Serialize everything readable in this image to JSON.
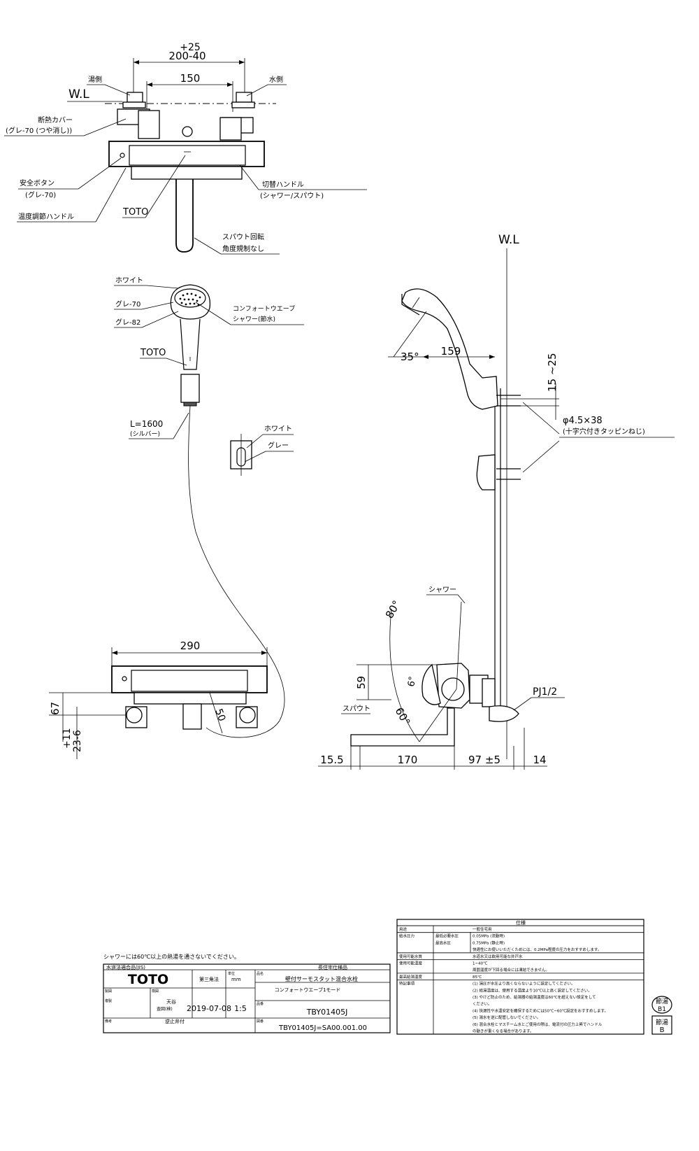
{
  "dims": {
    "tol_plus25": "+25",
    "spacing": "200-40",
    "inner_150": "150",
    "wl_left": "W.L",
    "wl_right": "W.L",
    "angle_35": "35°",
    "d159": "159",
    "d15_25": "15 ~25",
    "screw": "φ4.5×38",
    "screw_note": "(十字穴付きタッピンねじ)",
    "d290": "290",
    "d67": "67",
    "d11": "+11",
    "d23_6": "23-6",
    "d50": "50",
    "d59": "59",
    "a6": "6°",
    "a80": "80°",
    "a60": "60°",
    "pj": "PJ1/2",
    "d15_5": "15.5",
    "d170": "170",
    "d97": "97 ±5",
    "d14": "14"
  },
  "labels": {
    "hot": "湯側",
    "cold": "水側",
    "insul_cover": "断熱カバー",
    "insul_cover_color": "(グレ-70 (つや消し))",
    "safety_btn": "安全ボタン",
    "safety_btn_color": "(グレ-70)",
    "temp_handle": "温度調節ハンドル",
    "toto_top": "TOTO",
    "switch_handle": "切替ハンドル",
    "switch_handle_sub": "(シャワー/スパウト)",
    "spout_rot": "スパウト回転",
    "spout_rot_sub": "角度規制なし",
    "white1": "ホワイト",
    "grey70": "グレ-70",
    "grey82": "グレ-82",
    "comfort": "コンフォートウエーブ",
    "comfort_sub": "シャワー(節水)",
    "toto_head": "TOTO",
    "hose": "L=1600",
    "hose_sub": "(シルバー)",
    "white2": "ホワイト",
    "grey": "グレー",
    "shower": "シャワー",
    "spout": "スパウト"
  },
  "spec": {
    "header": "仕様",
    "rows": [
      {
        "k": "用途",
        "k2": "",
        "v": "一般住宅用"
      },
      {
        "k": "給水圧力",
        "k2": "最低必要水圧",
        "v": "0.05MPa (流動時)"
      },
      {
        "k": "",
        "k2": "最高水圧",
        "v": "0.75MPa (静止時)"
      },
      {
        "k": "",
        "k2": "",
        "v": "快適性にお使いいただくためには、0.2MPa程度の圧力をおすすめします。"
      },
      {
        "k": "使用可能水質",
        "k2": "",
        "v": "水道水又は飲用可能な井戸水"
      },
      {
        "k": "使用可能温度",
        "k2": "",
        "v": "1~40℃"
      },
      {
        "k": "",
        "k2": "",
        "v": "周囲温度が下回る場合には凍結できません。"
      },
      {
        "k": "最高給湯温度",
        "k2": "",
        "v": "85℃"
      },
      {
        "k": "特記事項",
        "k2": "",
        "v": "(1) 湯圧が水圧より高くならないように設定してください。"
      },
      {
        "k": "",
        "k2": "",
        "v": "(2) 給湯温度は、使用する温度より10℃以上高く設定してください。"
      },
      {
        "k": "",
        "k2": "",
        "v": "(3) やけど防止のため、給湯器の給湯温度は60℃を超えない設定をして"
      },
      {
        "k": "",
        "k2": "",
        "v": "ください。"
      },
      {
        "k": "",
        "k2": "",
        "v": "(4) 快適性や水温安定を確保するためには50℃~60℃設定をおすすめします。"
      },
      {
        "k": "",
        "k2": "",
        "v": "(5) 湯水を逆に配管しないでください。"
      },
      {
        "k": "",
        "k2": "",
        "v": "(6) 混合水栓とマスチーム水とご使用の際は、電流付の圧力上昇でハンドル"
      },
      {
        "k": "",
        "k2": "",
        "v": "の動きが重くなる場合があります。"
      }
    ]
  },
  "title_block": {
    "note": "シャワーには60℃以上の熱湯を通さないでください。",
    "jis": "水道法適合品(JIS)",
    "sec_note": "長住宅仕様品",
    "logo": "TOTO",
    "proj_mark": "第三角法",
    "unit_lbl": "単位",
    "unit": "mm",
    "name_lbl": "品名",
    "name1": "壁付サーモスタット混合水栓",
    "name2": "コンフォートウエーブ1モード",
    "draw_lbl": "製図",
    "check_lbl": "検図",
    "approve": "天谷",
    "approve_sub": "査図(検)",
    "date": "2019-07-08",
    "scale": "1:5",
    "model_lbl": "品番",
    "model": "TBY01405J",
    "drawno_lbl": "図番",
    "drawno": "TBY01405J=SA00.001.00",
    "remark_lbl": "備考",
    "remark": "逆止弁付",
    "copy_lbl": "複製"
  },
  "stamps": [
    {
      "top": "節湯",
      "bottom": "B1"
    },
    {
      "top": "節湯",
      "bottom": "B"
    }
  ]
}
